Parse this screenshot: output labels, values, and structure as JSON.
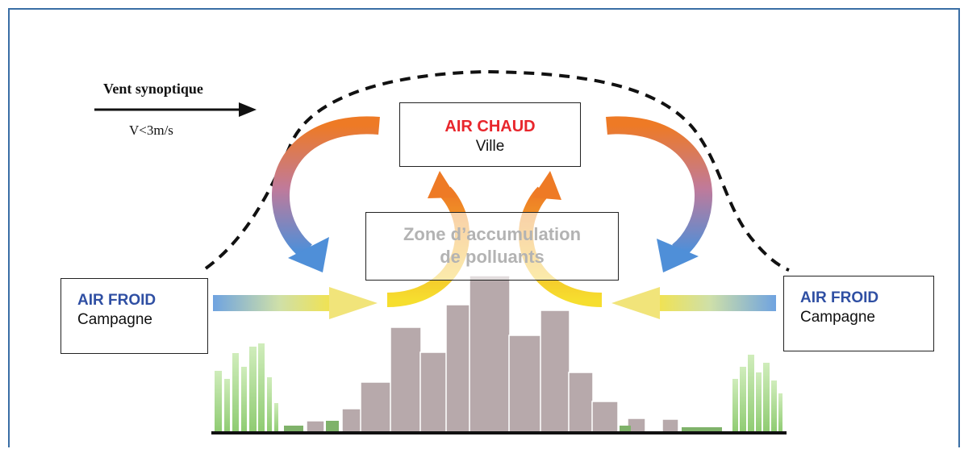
{
  "wind": {
    "title": "Vent synoptique",
    "speed": "V<3m/s"
  },
  "city_box": {
    "title": "AIR CHAUD",
    "subtitle": "Ville"
  },
  "pollution_box": {
    "line1": "Zone d’accumulation",
    "line2": "de polluants"
  },
  "left_box": {
    "title": "AIR FROID",
    "subtitle": "Campagne"
  },
  "right_box": {
    "title": "AIR FROID",
    "subtitle": "Campagne"
  },
  "colors": {
    "hot_title": "#e8262c",
    "cold_title": "#2f4fa3",
    "pollution_text": "#b3b3b3",
    "buildings": "#b7a9ab",
    "arrow_orange": "#ec7a2a",
    "arrow_blue": "#5b8fd6",
    "arrow_yellow": "#f4d73a",
    "trees": "#9bd37a"
  }
}
